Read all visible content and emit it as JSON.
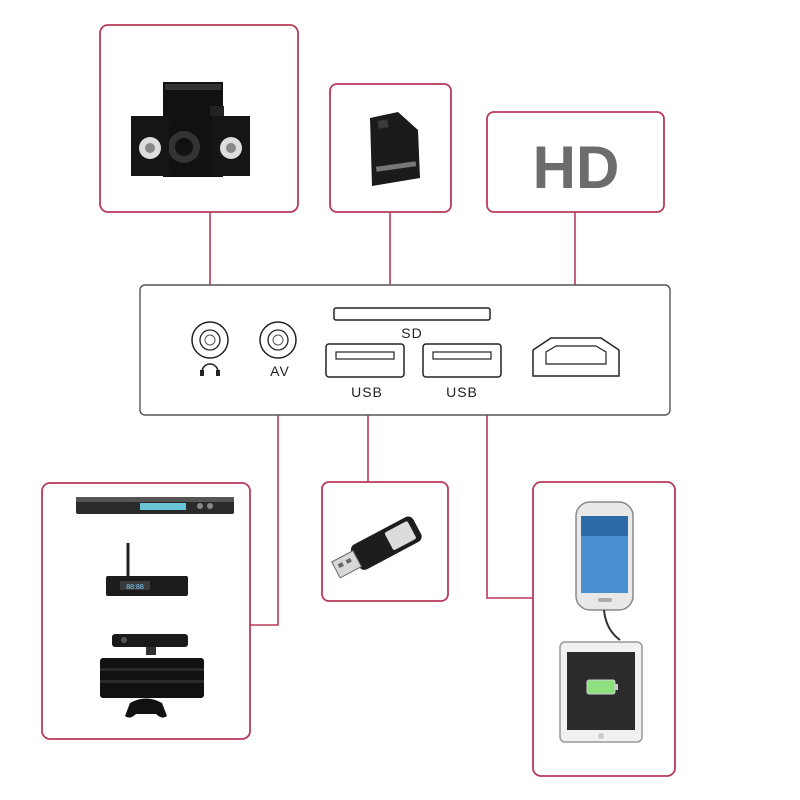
{
  "labels": {
    "sd": "SD",
    "usb_left": "USB",
    "usb_right": "USB",
    "av": "AV",
    "hd": "HD"
  },
  "icons": {
    "headphone": "headphone-icon",
    "speaker": "speaker-system",
    "sd_card": "sd-card",
    "usb_drive": "usb-flash-drive",
    "phone": "smartphone",
    "tablet": "tablet",
    "dvd": "dvd-player",
    "set_top_box": "set-top-box",
    "console": "game-console"
  },
  "colors": {
    "accent": "#b83a5a",
    "panel_stroke": "#555555"
  }
}
